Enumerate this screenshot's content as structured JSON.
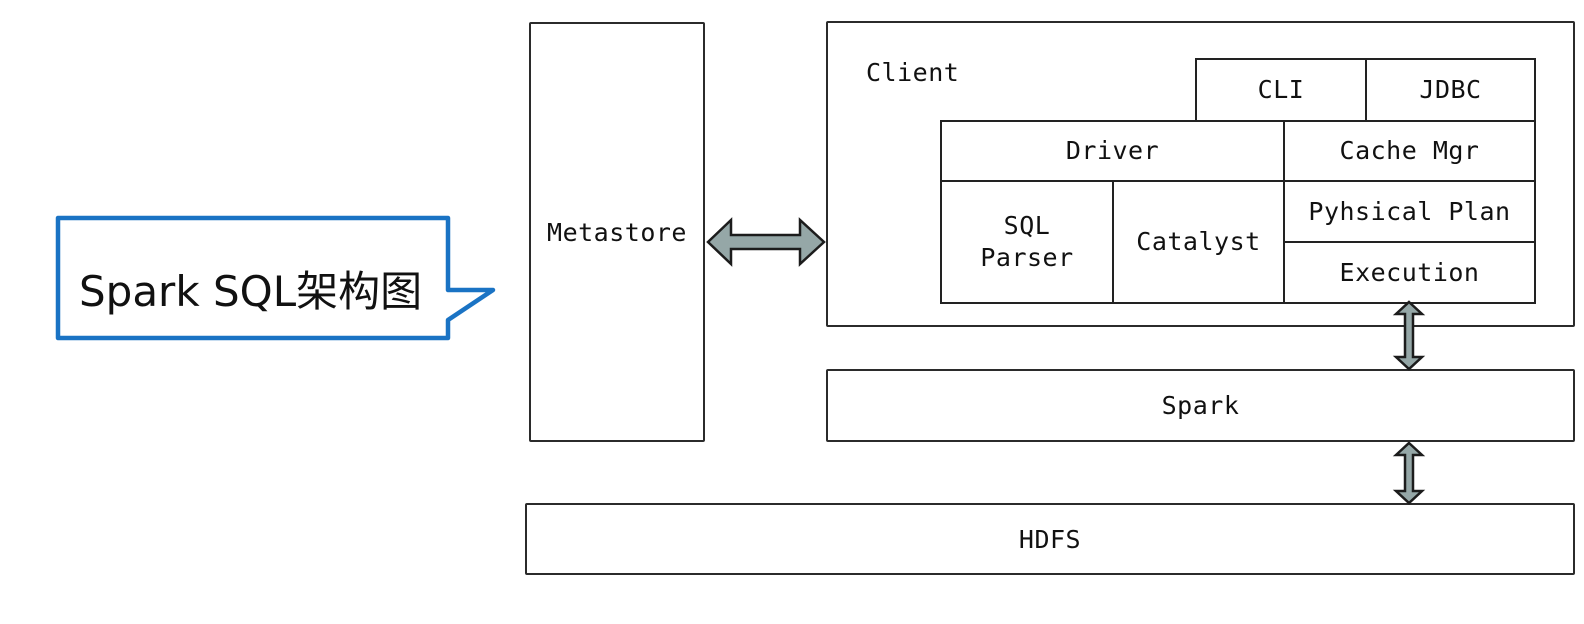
{
  "callout": {
    "text": "Spark SQL架构图",
    "border_color": "#1a73c4"
  },
  "diagram": {
    "metastore": "Metastore",
    "client": {
      "title": "Client",
      "interfaces": [
        "CLI",
        "JDBC"
      ],
      "driver": "Driver",
      "cache_mgr": "Cache Mgr",
      "sql_parser": [
        "SQL",
        "Parser"
      ],
      "catalyst": "Catalyst",
      "physical_plan": "Pyhsical Plan",
      "execution": "Execution"
    },
    "spark": "Spark",
    "hdfs": "HDFS",
    "arrow_fill": "#95a7a7",
    "connections": [
      {
        "from": "Metastore",
        "to": "Client",
        "type": "bidirectional"
      },
      {
        "from": "Execution",
        "to": "Spark",
        "type": "bidirectional"
      },
      {
        "from": "Spark",
        "to": "HDFS",
        "type": "bidirectional"
      }
    ]
  }
}
